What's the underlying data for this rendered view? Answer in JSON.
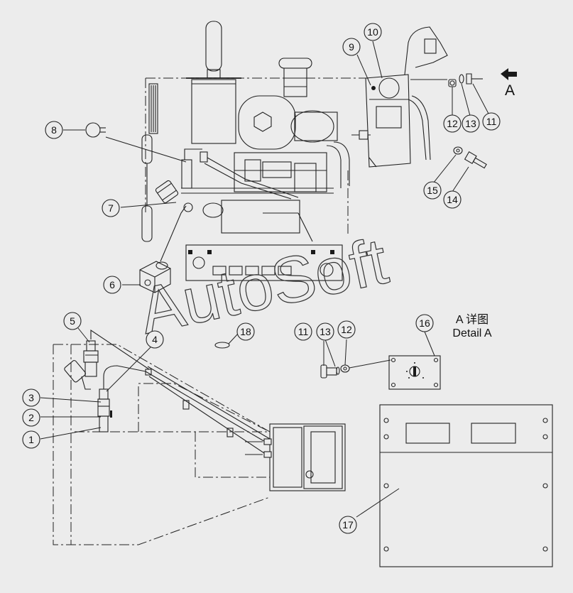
{
  "view_arrow_label": "A",
  "detail_title_cn": "A 详图",
  "detail_title_en": "Detail A",
  "watermark": "AutoSoft",
  "callouts": [
    "1",
    "2",
    "3",
    "4",
    "5",
    "6",
    "7",
    "8",
    "9",
    "10",
    "11",
    "12",
    "13",
    "14",
    "15",
    "16",
    "17",
    "18"
  ],
  "detail_callouts": [
    "11",
    "13",
    "12"
  ]
}
